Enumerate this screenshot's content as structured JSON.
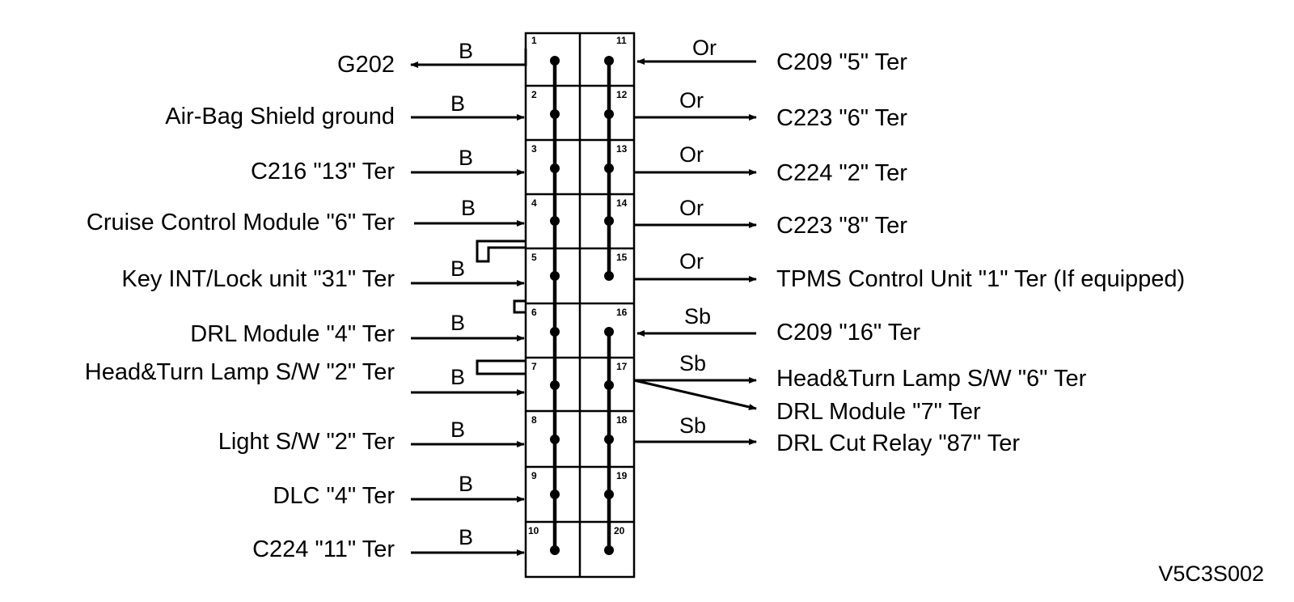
{
  "figure_code": "V5C3S002",
  "left_pins": [
    {
      "pin": "1",
      "wire_color": "B",
      "label": "G202",
      "direction": "out"
    },
    {
      "pin": "2",
      "wire_color": "B",
      "label": "Air-Bag Shield ground",
      "direction": "in"
    },
    {
      "pin": "3",
      "wire_color": "B",
      "label": "C216 \"13\" Ter",
      "direction": "in"
    },
    {
      "pin": "4",
      "wire_color": "B",
      "label": "Cruise Control Module \"6\" Ter",
      "direction": "in"
    },
    {
      "pin": "5",
      "wire_color": "B",
      "label": "Key INT/Lock unit \"31\" Ter",
      "direction": "in"
    },
    {
      "pin": "6",
      "wire_color": "B",
      "label": "DRL Module \"4\" Ter",
      "direction": "in"
    },
    {
      "pin": "7",
      "wire_color": "B",
      "label": "Head&Turn Lamp S/W \"2\" Ter",
      "direction": "in"
    },
    {
      "pin": "8",
      "wire_color": "B",
      "label": "Light S/W \"2\" Ter",
      "direction": "in"
    },
    {
      "pin": "9",
      "wire_color": "B",
      "label": "DLC \"4\" Ter",
      "direction": "in"
    },
    {
      "pin": "10",
      "wire_color": "B",
      "label": "C224 \"11\" Ter",
      "direction": "in"
    }
  ],
  "right_pins": [
    {
      "pin": "11",
      "wire_color": "Or",
      "label": "C209 \"5\" Ter",
      "direction": "in"
    },
    {
      "pin": "12",
      "wire_color": "Or",
      "label": "C223 \"6\" Ter",
      "direction": "out"
    },
    {
      "pin": "13",
      "wire_color": "Or",
      "label": "C224 \"2\" Ter",
      "direction": "out"
    },
    {
      "pin": "14",
      "wire_color": "Or",
      "label": "C223 \"8\" Ter",
      "direction": "out"
    },
    {
      "pin": "15",
      "wire_color": "Or",
      "label": "TPMS Control Unit \"1\" Ter (If equipped)",
      "direction": "out"
    },
    {
      "pin": "16",
      "wire_color": "Sb",
      "label": "C209 \"16\" Ter",
      "direction": "in"
    },
    {
      "pin": "17",
      "wire_color": "Sb",
      "label": "Head&Turn Lamp S/W \"6\" Ter",
      "label2": "DRL Module \"7\" Ter",
      "direction": "out"
    },
    {
      "pin": "18",
      "wire_color": "Sb",
      "label": "DRL Cut Relay \"87\" Ter",
      "direction": "out"
    },
    {
      "pin": "19",
      "wire_color": "",
      "label": "",
      "direction": ""
    },
    {
      "pin": "20",
      "wire_color": "",
      "label": "",
      "direction": ""
    }
  ]
}
